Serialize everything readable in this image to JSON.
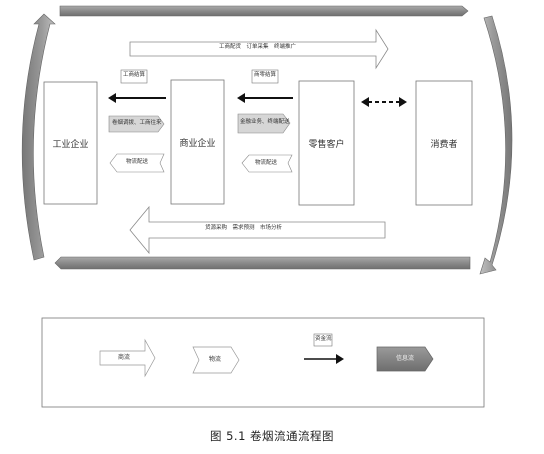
{
  "nodes": {
    "industrial": "工业企业",
    "commercial": "商业企业",
    "retail": "零售客户",
    "consumer": "消费者"
  },
  "flows": {
    "top_info": "工商配货　订单采集　终端推广",
    "bottom_info": "货源采购　需求预测　市场分析",
    "ind_com_funds": "工商结算",
    "ind_com_info": "卷烟调拨、工商往来",
    "ind_com_logistics": "物流配送",
    "com_ret_funds": "商零结算",
    "com_ret_info": "金融业务、终端配送",
    "com_ret_logistics": "物流配送"
  },
  "legend": {
    "commerce": "商流",
    "logistics": "物流",
    "funds": "资金流",
    "info": "信息流"
  },
  "caption": "图 5.1 卷烟流通流程图"
}
